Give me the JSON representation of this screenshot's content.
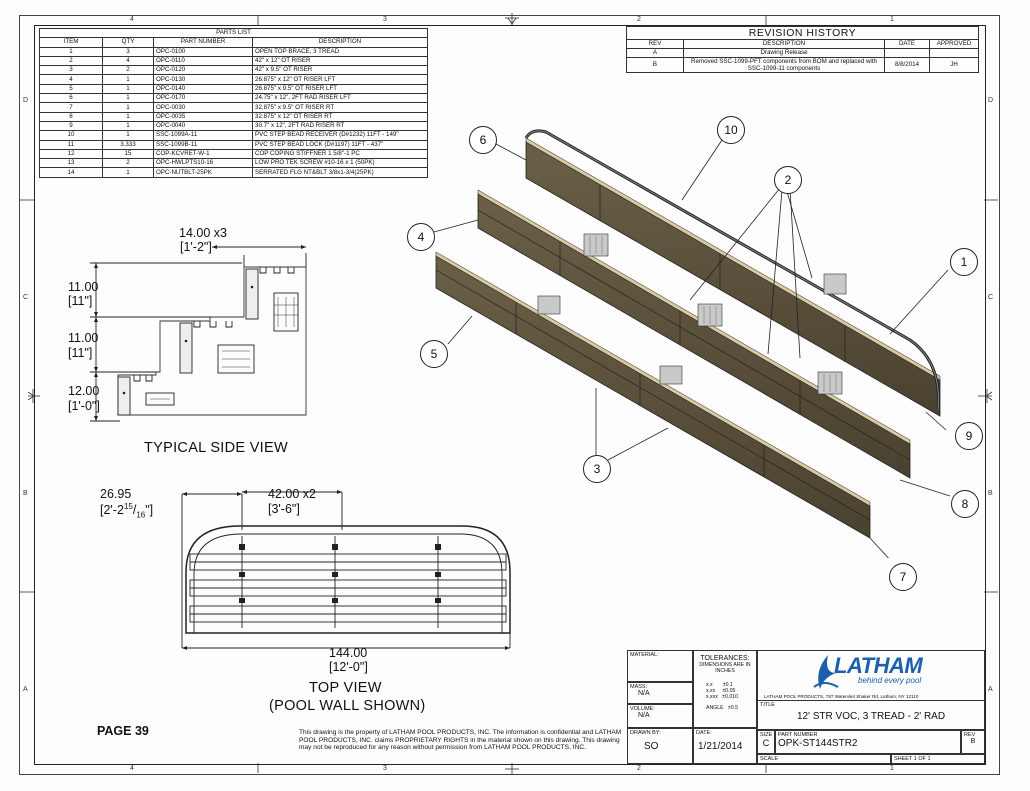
{
  "zones": {
    "top": [
      "4",
      "3",
      "2",
      "1"
    ],
    "bottom": [
      "4",
      "3",
      "2",
      "1"
    ],
    "left": [
      "D",
      "C",
      "B",
      "A"
    ],
    "right": [
      "D",
      "C",
      "B",
      "A"
    ]
  },
  "parts_list": {
    "title": "PARTS LIST",
    "headers": [
      "ITEM",
      "QTY",
      "PART NUMBER",
      "DESCRIPTION"
    ],
    "rows": [
      [
        "1",
        "3",
        "OPC-0100",
        "OPEN TOP BRACE, 3 TREAD"
      ],
      [
        "2",
        "4",
        "OPC-0110",
        "42\" x 12\" OT RISER"
      ],
      [
        "3",
        "2",
        "OPC-0120",
        "42\" x 9.5\" OT RISER"
      ],
      [
        "4",
        "1",
        "OPC-0130",
        "26.875\" x 12\" OT RISER LFT"
      ],
      [
        "5",
        "1",
        "OPC-0140",
        "26.875\" x 9.5\" OT RISER LFT"
      ],
      [
        "6",
        "1",
        "OPC-0170",
        "24.75\" x 12\", 2FT RAD RISER LFT"
      ],
      [
        "7",
        "1",
        "OPC-0030",
        "32.875\" x 9.5\" OT RISER RT"
      ],
      [
        "8",
        "1",
        "OPC-0035",
        "32.875\" x 12\" OT RISER RT"
      ],
      [
        "9",
        "1",
        "OPC-0040",
        "30.7\" x 12\", 2FT RAD RISER RT"
      ],
      [
        "10",
        "1",
        "SSC-1099A-11",
        "PVC STEP BEAD RECEIVER (D#1232) 11FT - 149\""
      ],
      [
        "11",
        "3.333",
        "SSC-1099B-11",
        "PVC STEP BEAD LOCK (D#1197) 11FT - 437\""
      ],
      [
        "12",
        "15",
        "COP-KCVRET-W-1",
        "COP COPING STIFFNER 1 5/8\"-1 PC"
      ],
      [
        "13",
        "2",
        "OPC-HWLPTS10-16",
        "LOW PRO TEK SCREW #10-16 x 1 (50PK)"
      ],
      [
        "14",
        "1",
        "OPC-NUTBLT-25PK",
        "SERRATED FLG NT&BLT 3/8x1-3/4(25PK)"
      ]
    ]
  },
  "revision_history": {
    "title": "REVISION HISTORY",
    "headers": [
      "REV",
      "DESCRIPTION",
      "DATE",
      "APPROVED"
    ],
    "rows": [
      {
        "rev": "A",
        "desc": "Drawing Release",
        "date": "",
        "approved": ""
      },
      {
        "rev": "B",
        "desc": "Removed SSC-1099-PFT components from BOM and replaced with SSC-1099-11 components",
        "date": "8/8/2014",
        "approved": "JH"
      }
    ]
  },
  "side_view": {
    "dim_top": "14.00 x3",
    "dim_top_ft": "[1'-2\"]",
    "dim_1": "11.00",
    "dim_1_ft": "[11\"]",
    "dim_2": "11.00",
    "dim_2_ft": "[11\"]",
    "dim_3": "12.00",
    "dim_3_ft": "[1'-0\"]",
    "title": "TYPICAL SIDE VIEW"
  },
  "top_view": {
    "dim_left": "26.95",
    "dim_left_ft": "[2'-2",
    "dim_left_frac_num": "15",
    "dim_left_frac_den": "16",
    "dim_left_close": "\"]",
    "dim_mid": "42.00  x2",
    "dim_mid_ft": "[3'-6\"]",
    "dim_overall": "144.00",
    "dim_overall_ft": "[12'-0\"]",
    "title_1": "TOP VIEW",
    "title_2": "(POOL WALL SHOWN)"
  },
  "callouts": [
    "6",
    "10",
    "2",
    "4",
    "1",
    "5",
    "9",
    "3",
    "8",
    "7"
  ],
  "page_label": "PAGE 39",
  "disclaimer": "This drawing is the property of LATHAM POOL PRODUCTS, INC. The information is confidential and LATHAM POOL PRODUCTS, INC. claims PROPRIETARY RIGHTS in the material shown on this drawing. This drawing may not be reproduced for any reason without permission from LATHAM POOL PRODUCTS, INC.",
  "title_block": {
    "material_label": "MATERIAL:",
    "mass_label": "MASS:",
    "mass_value": "N/A",
    "volume_label": "VOLUME:",
    "volume_value": "N/A",
    "drawn_by_label": "DRAWN BY:",
    "drawn_by_value": "SO",
    "date_label": "DATE:",
    "date_value": "1/21/2014",
    "tolerances_title": "TOLERANCES:",
    "tolerances_sub": "DIMENSIONS ARE IN INCHES",
    "tol_rows": [
      [
        "x.x",
        "±0.1"
      ],
      [
        "x.xx",
        "±0.05"
      ],
      [
        "x.xxx",
        "±0.010"
      ]
    ],
    "angle_label": "ANGLE",
    "angle_value": "±0.5",
    "logo_text": "LATHAM",
    "logo_tagline": "behind every pool",
    "address": "LATHAM POOL PRODUCTS, 787 Watervliet Shaker Rd, Latham, NY 12110",
    "title_label": "TITLE",
    "title_value": "12' STR VOC, 3 TREAD - 2' RAD",
    "size_label": "SIZE",
    "size_value": "C",
    "part_number_label": "PART NUMBER",
    "part_number_value": "OPK-ST144STR2",
    "rev_label": "REV",
    "rev_value": "B",
    "scale_label": "SCALE",
    "sheet_label": "SHEET 1  OF 1"
  },
  "colors": {
    "riser": "#5a5039",
    "riser_dark": "#3e3626",
    "riser_light": "#7b6f52",
    "edge": "#d9c9a3",
    "logo_blue": "#1b5fae"
  }
}
